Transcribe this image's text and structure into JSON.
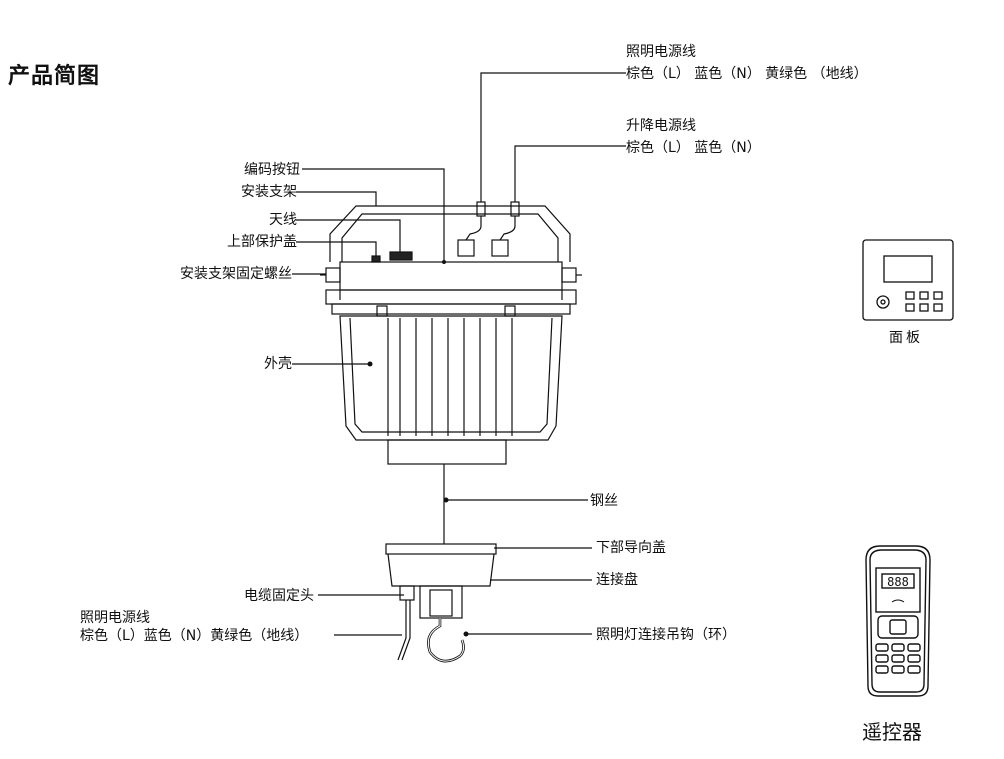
{
  "title": "产品简图",
  "labels": {
    "lighting_power": "照明电源线",
    "lighting_power_colors": "棕色（L） 蓝色（N） 黄绿色 （地线）",
    "lift_power": "升降电源线",
    "lift_power_colors": "棕色（L） 蓝色（N）",
    "coding_button": "编码按钮",
    "mount_bracket": "安装支架",
    "antenna": "天线",
    "top_cover": "上部保护盖",
    "bracket_screw": "安装支架固定螺丝",
    "shell": "外壳",
    "steel_wire": "钢丝",
    "lower_guide_cover": "下部导向盖",
    "connect_plate": "连接盘",
    "cable_head": "电缆固定头",
    "bottom_power": "照明电源线",
    "bottom_power_colors": "棕色（L）蓝色（N）黄绿色（地线）",
    "hook": "照明灯连接吊钩（环）",
    "panel": "面板",
    "remote": "遥控器"
  },
  "remote_display": "888",
  "colors": {
    "line": "#111111"
  }
}
